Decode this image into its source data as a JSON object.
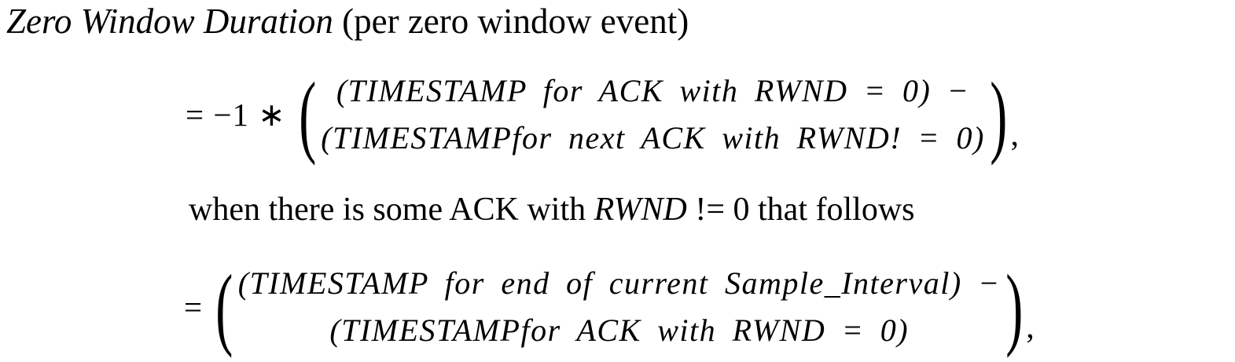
{
  "colors": {
    "background": "#ffffff",
    "text": "#000000"
  },
  "title": {
    "term": "Zero Window Duration",
    "qualifier": " (per zero window event)"
  },
  "glyphs": {
    "open_paren": "(",
    "close_paren": ")"
  },
  "formula_negative": {
    "lhs": "= −1 ∗",
    "line1": "(TIMESTAMP for ACK with RWND = 0) −",
    "line2": "(TIMESTAMPfor next ACK with RWND! = 0)",
    "trailing": ","
  },
  "condition": {
    "prefix": "when there is some ACK with ",
    "variable": "RWND",
    "suffix": " != 0 that follows"
  },
  "formula_interval": {
    "lhs": "=",
    "line1": "(TIMESTAMP for end of current Sample_Interval) −",
    "line2": "(TIMESTAMPfor ACK with RWND = 0)",
    "trailing": ","
  }
}
